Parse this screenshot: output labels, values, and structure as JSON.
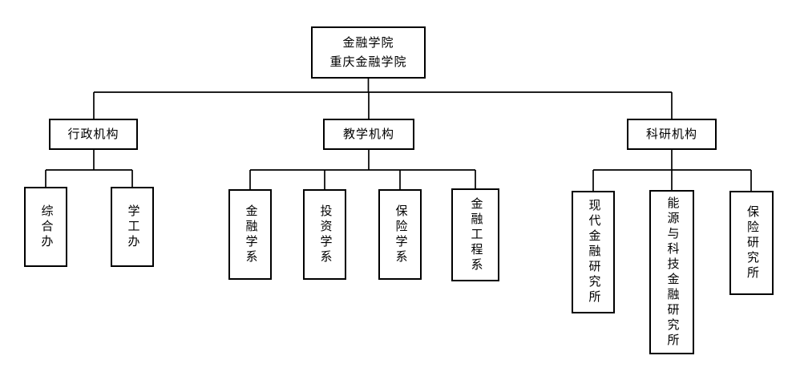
{
  "page": {
    "background_color": "#ffffff",
    "line_color": "#000000",
    "text_color": "#000000"
  },
  "org": {
    "root": {
      "line1": "金融学院",
      "line2": "重庆金融学院"
    },
    "branches": [
      {
        "label": "行政机构",
        "children": [
          {
            "label": "综合办"
          },
          {
            "label": "学工办"
          }
        ]
      },
      {
        "label": "教学机构",
        "children": [
          {
            "label": "金融学系"
          },
          {
            "label": "投资学系"
          },
          {
            "label": "保险学系"
          },
          {
            "label": "金融工程系"
          }
        ]
      },
      {
        "label": "科研机构",
        "children": [
          {
            "label": "现代金融研究所"
          },
          {
            "label": "能源与科技金融研究所"
          },
          {
            "label": "保险研究所"
          }
        ]
      }
    ]
  }
}
